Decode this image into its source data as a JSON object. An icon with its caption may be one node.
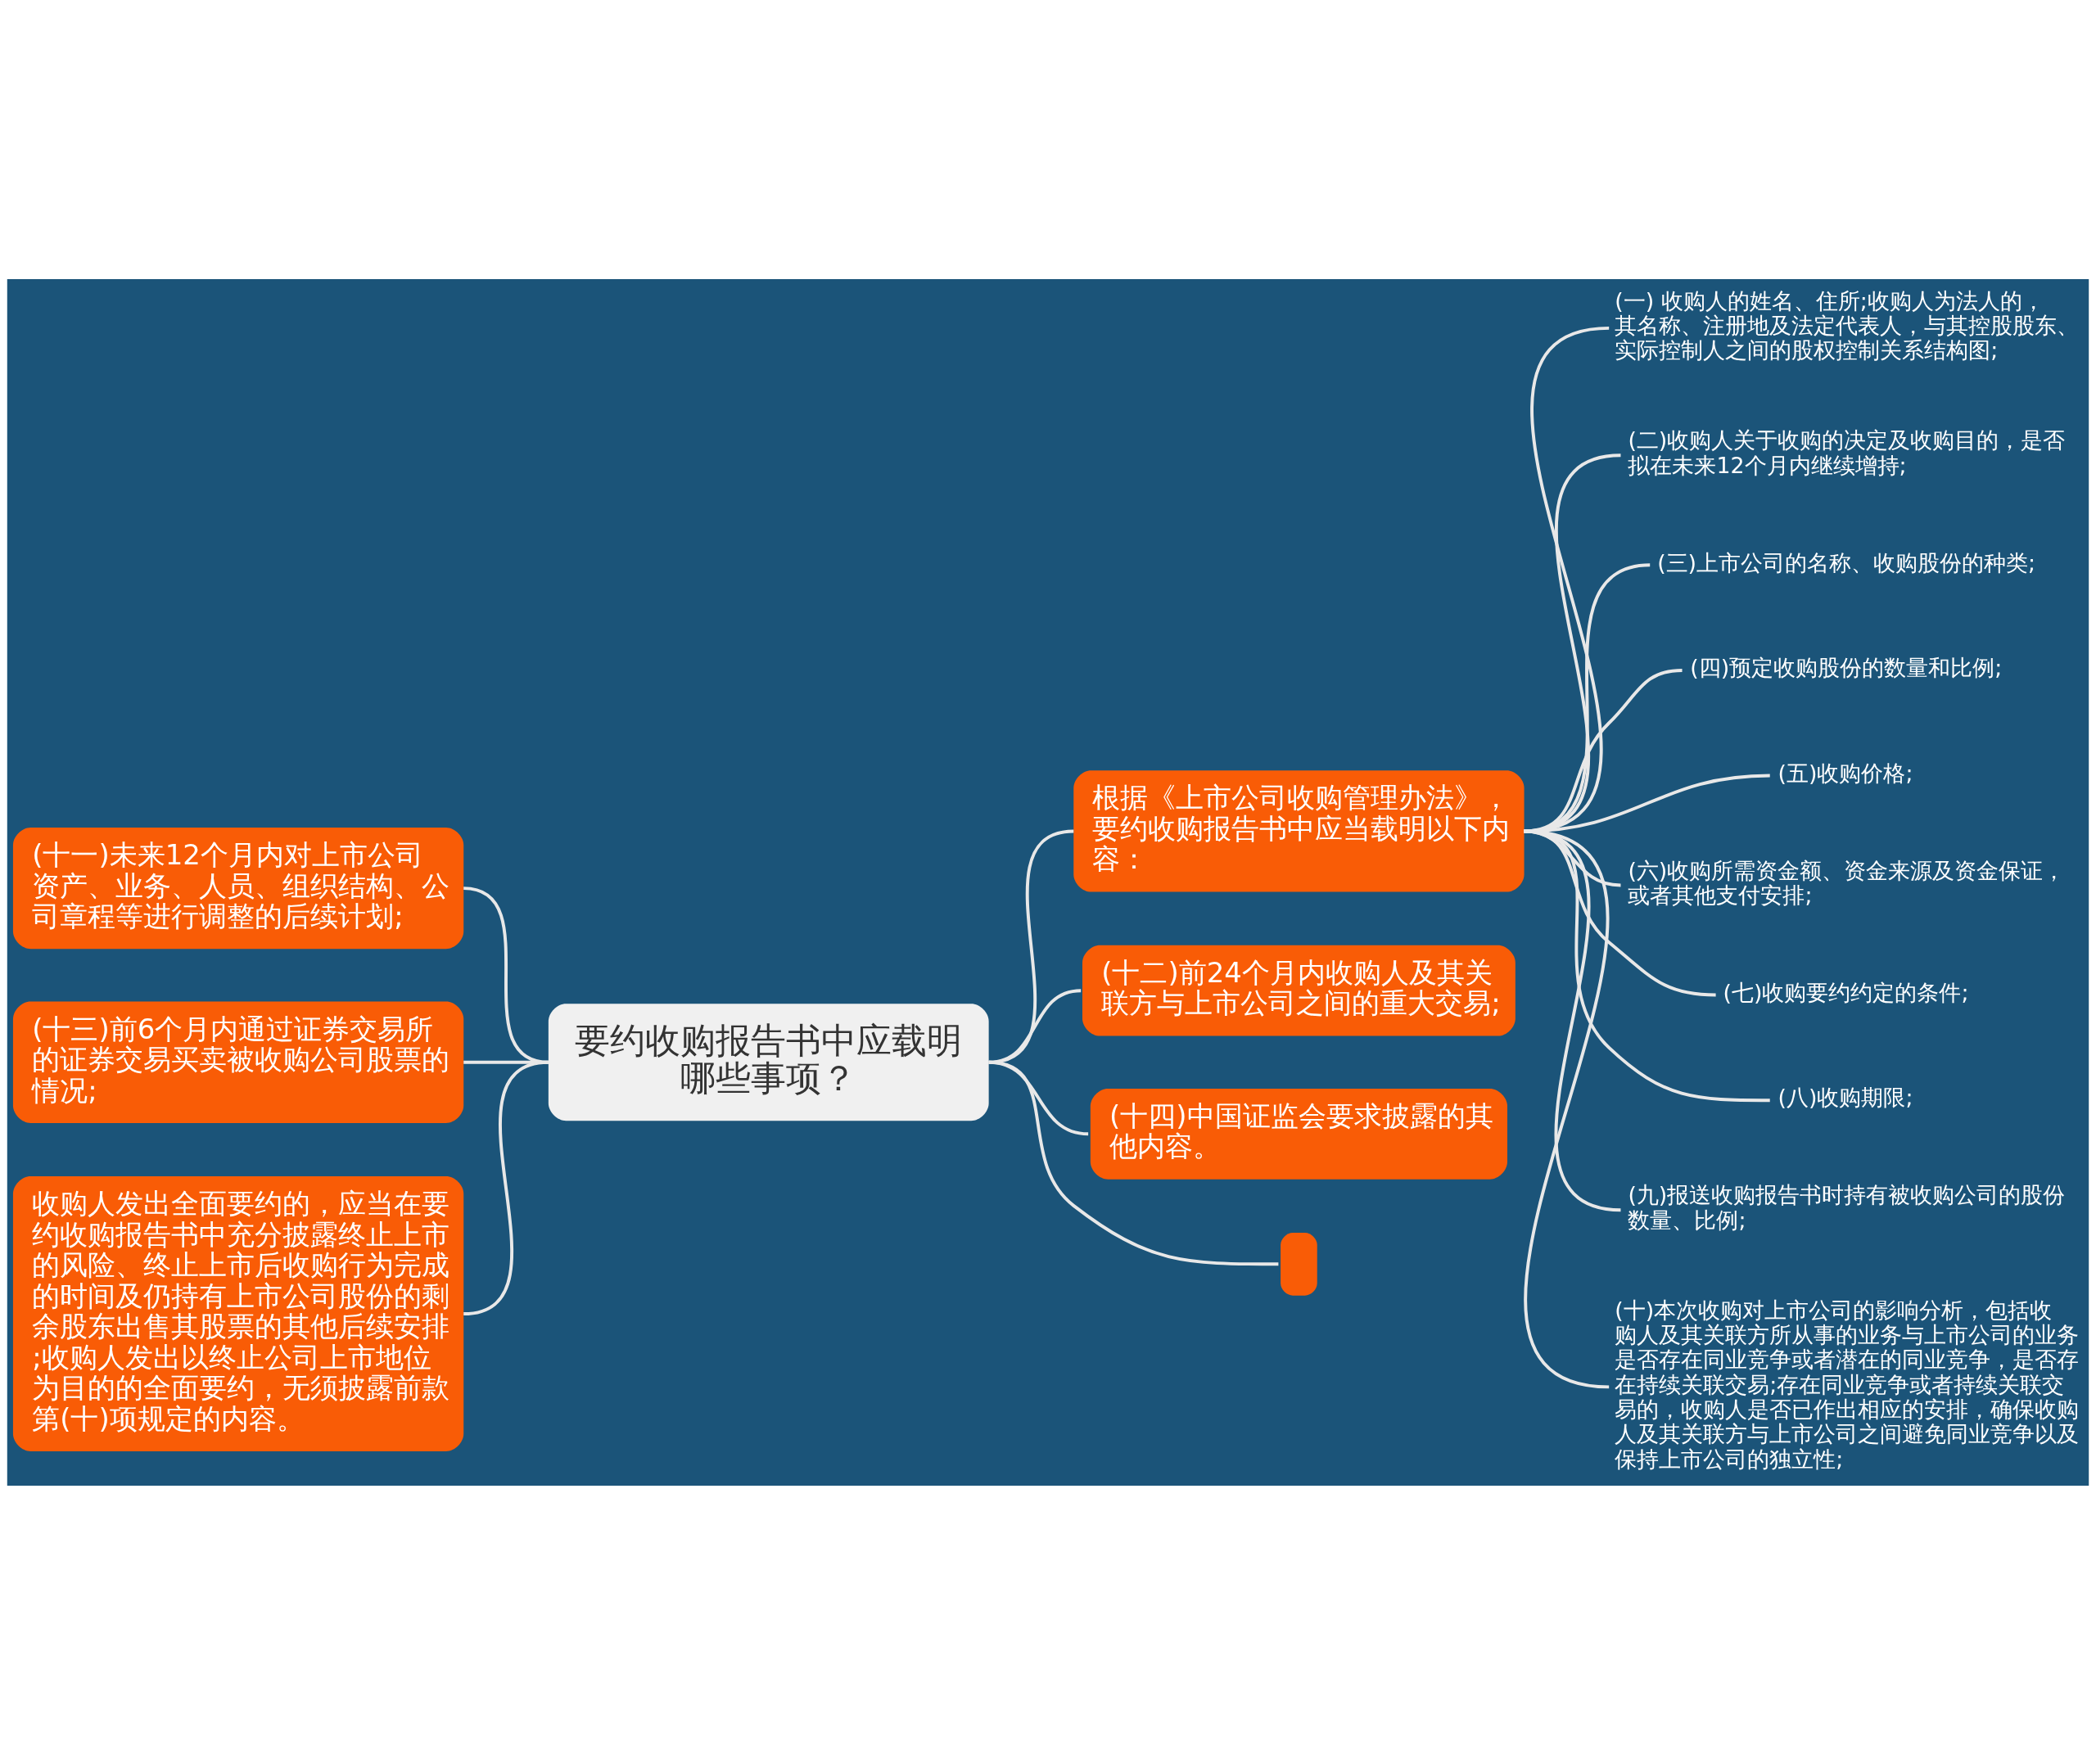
{
  "diagram": {
    "nodes": [
      {
        "text": [
          "要约收购报告书中应载明哪些事项？"
        ]
      },
      {
        "text": [
          "根据《上市公司收购管理办法》，要约收购报告书中应当载明以下内容："
        ]
      },
      {
        "text": [
          "(一) 收购人的姓名、住所;收购人为法人的，其名称、注册地及法定代表人，与其控股股东、实际控制人之间的股权控制关系结构图;"
        ]
      },
      {
        "text": [
          "(二)收购人关于收购的决定及收购目的，是否拟在未来12个月内继续增持;"
        ]
      },
      {
        "text": [
          "(三)上市公司的名称、收购股份的种类;"
        ]
      },
      {
        "text": [
          "(四)预定收购股份的数量和比例;"
        ]
      },
      {
        "text": [
          "(五)收购价格;"
        ]
      },
      {
        "text": [
          "(六)收购所需资金额、资金来源及资金保证，或者其他支付安排;"
        ]
      },
      {
        "text": [
          "(七)收购要约约定的条件;"
        ]
      },
      {
        "text": [
          "(八)收购期限;"
        ]
      },
      {
        "text": [
          "(九)报送收购报告书时持有被收购公司的股份数量、比例;"
        ]
      },
      {
        "text": [
          "(十)本次收购对上市公司的影响分析，包括收购人及其关联方所从事的业务与上市公司的业务是否存在同业竞争或者潜在的同业竞争，是否存在持续关联交易;存在同业竞争或者持续关联交易的，收购人是否已作出相应的安排，确保收购人及其关联方与上市公司之间避免同业竞争以及保持上市公司的独立性;"
        ]
      },
      {
        "text": [
          "(十二)前24个月内收购人及其关联方与上市公司之间的重大交易;"
        ]
      },
      {
        "text": [
          "(十四)中国证监会要求披露的其他内容。"
        ]
      },
      {
        "text": [],
        "shape": "box"
      },
      {
        "text": [
          "(十一)未来12个月内对上市公司资产、业务、人员、组织结构、公司章程等进行调整的后续计划;"
        ]
      },
      {
        "text": [
          "(十三)前6个月内通过证券交易所的证券交易买卖被收购公司股票的情况;"
        ]
      },
      {
        "text": [
          "收购人发出全面要约的，应当在要约收购报告书中充分披露终止上市的风险、终止上市后收购行为完成的时间及仍持有上市公司股份的剩余股东出售其股票的其他后续安排;收购人发出以终止公司上市地位为目的的全面要约，无须披露前款第(十)项规定的内容。"
        ]
      }
    ],
    "edges": [
      {
        "from": 0,
        "to": 1,
        "arrow": "none"
      },
      {
        "from": 1,
        "to": 2,
        "arrow": "none"
      },
      {
        "from": 1,
        "to": 3,
        "arrow": "none"
      },
      {
        "from": 1,
        "to": 4,
        "arrow": "none"
      },
      {
        "from": 1,
        "to": 5,
        "arrow": "none"
      },
      {
        "from": 1,
        "to": 6,
        "arrow": "none"
      },
      {
        "from": 1,
        "to": 7,
        "arrow": "none"
      },
      {
        "from": 1,
        "to": 8,
        "arrow": "none"
      },
      {
        "from": 1,
        "to": 9,
        "arrow": "none"
      },
      {
        "from": 1,
        "to": 10,
        "arrow": "none"
      },
      {
        "from": 1,
        "to": 11,
        "arrow": "none"
      },
      {
        "from": 0,
        "to": 12,
        "arrow": "none"
      },
      {
        "from": 0,
        "to": 13,
        "arrow": "none"
      },
      {
        "from": 0,
        "to": 14,
        "arrow": "none"
      },
      {
        "from": 0,
        "to": 15,
        "arrow": "none"
      },
      {
        "from": 0,
        "to": 16,
        "arrow": "none"
      },
      {
        "from": 0,
        "to": 17,
        "arrow": "none"
      }
    ]
  }
}
